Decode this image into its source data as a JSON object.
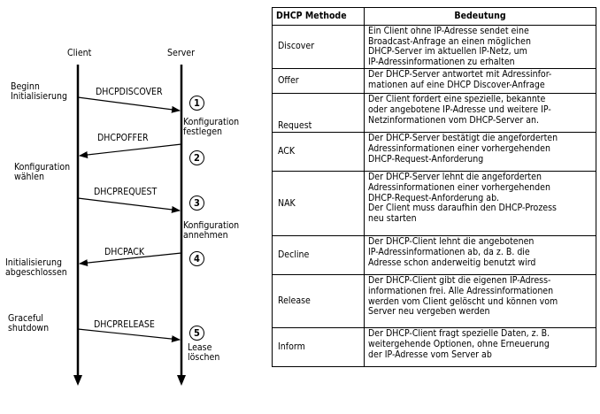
{
  "diagram": {
    "client_label": "Client",
    "server_label": "Server",
    "left_notes": [
      "Beginn\nInitialisierung",
      "Konfiguration\nwählen",
      "Initialisierung\nabgeschlossen",
      "Graceful\nshutdown"
    ],
    "messages": [
      "DHCPDISCOVER",
      "DHCPOFFER",
      "DHCPREQUEST",
      "DHCPACK",
      "DHCPRELEASE"
    ],
    "steps": [
      "1",
      "2",
      "3",
      "4",
      "5"
    ],
    "right_notes": [
      "Konfiguration\nfestlegen",
      "Konfiguration\nannehmen",
      "Lease\nlöschen"
    ]
  },
  "table": {
    "header_method": "DHCP Methode",
    "header_meaning": "Bedeutung",
    "rows": [
      {
        "method": "Discover",
        "meaning": "Ein Client ohne IP-Adresse sendet eine\nBroadcast-Anfrage an einen möglichen\nDHCP-Server im aktuellen IP-Netz, um\nIP-Adressinformationen zu erhalten"
      },
      {
        "method": "Offer",
        "meaning": "Der DHCP-Server antwortet mit Adressinfor-\nmationen auf eine DHCP Discover-Anfrage"
      },
      {
        "method": "Request",
        "meaning": "Der Client fordert eine spezielle, bekannte\noder angebotene IP-Adresse und weitere IP-\nNetzinformationen vom DHCP-Server an."
      },
      {
        "method": "ACK",
        "meaning": "Der DHCP-Server bestätigt die angeforderten\nAdressinformationen einer vorhergehenden\nDHCP-Request-Anforderung"
      },
      {
        "method": "NAK",
        "meaning": "Der DHCP-Server lehnt die angeforderten\nAdressinformationen einer vorhergehenden\nDHCP-Request-Anforderung ab.\nDer Client muss daraufhin den DHCP-Prozess\nneu starten"
      },
      {
        "method": "Decline",
        "meaning": "Der DHCP-Client lehnt die angebotenen\nIP-Adressinformationen ab, da z. B. die\nAdresse schon anderweitig benutzt wird"
      },
      {
        "method": "Release",
        "meaning": "Der DHCP-Client gibt die eigenen IP-Adress-\ninformationen frei. Alle Adressinformationen\nwerden vom Client gelöscht und können vom\nServer neu vergeben werden"
      },
      {
        "method": "Inform",
        "meaning": "Der DHCP-Client fragt spezielle Daten, z. B.\nweitergehende Optionen, ohne Erneuerung\nder IP-Adresse vom Server ab"
      }
    ]
  }
}
